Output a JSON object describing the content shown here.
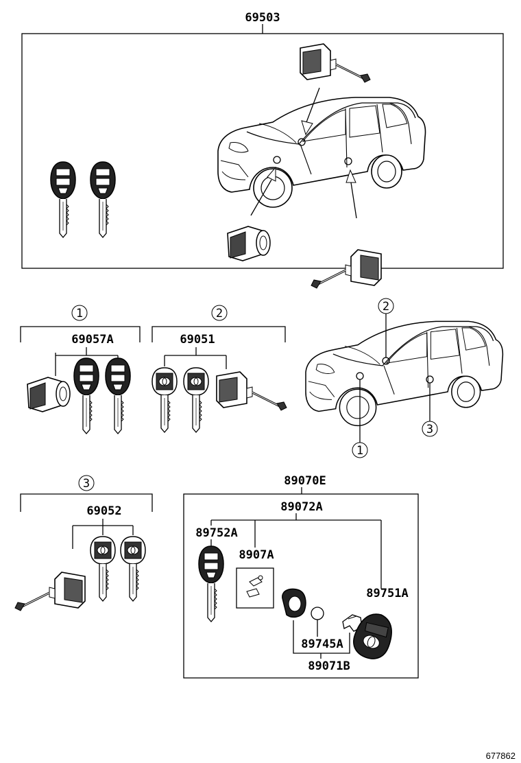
{
  "labels": {
    "main_set": "69503",
    "set1_part": "69057A",
    "set2_part": "69051",
    "set3_part": "69052",
    "transmitter_assy": "89070E",
    "transmitter_sub": "89072A",
    "key_blank": "89752A",
    "sticker": "8907A",
    "housing": "89751A",
    "battery": "89745A",
    "case_sub": "89071B"
  },
  "callouts": {
    "one": "1",
    "two": "2",
    "three": "3"
  },
  "figure_id": "677862",
  "colors": {
    "ink": "#000000",
    "paper": "#ffffff"
  },
  "icons": [
    "car-icon",
    "key-icon",
    "lock-cylinder-icon",
    "remote-fob-icon",
    "battery-icon"
  ]
}
